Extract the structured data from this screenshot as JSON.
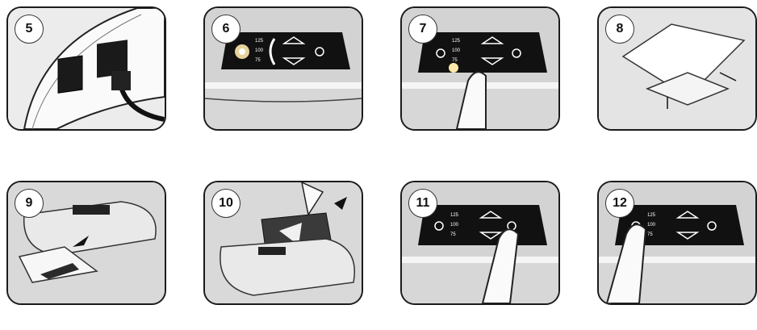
{
  "steps": [
    {
      "number": "5"
    },
    {
      "number": "6"
    },
    {
      "number": "7"
    },
    {
      "number": "8"
    },
    {
      "number": "9"
    },
    {
      "number": "10"
    },
    {
      "number": "11"
    },
    {
      "number": "12"
    }
  ],
  "control_panel": {
    "temp_high": "125",
    "temp_mid": "100",
    "temp_low": "75",
    "plus_symbol": "+",
    "minus_symbol": "−"
  },
  "colors": {
    "panel_bg": "#d9d9d9",
    "control_black": "#111111",
    "outline": "#1b1b1b"
  }
}
